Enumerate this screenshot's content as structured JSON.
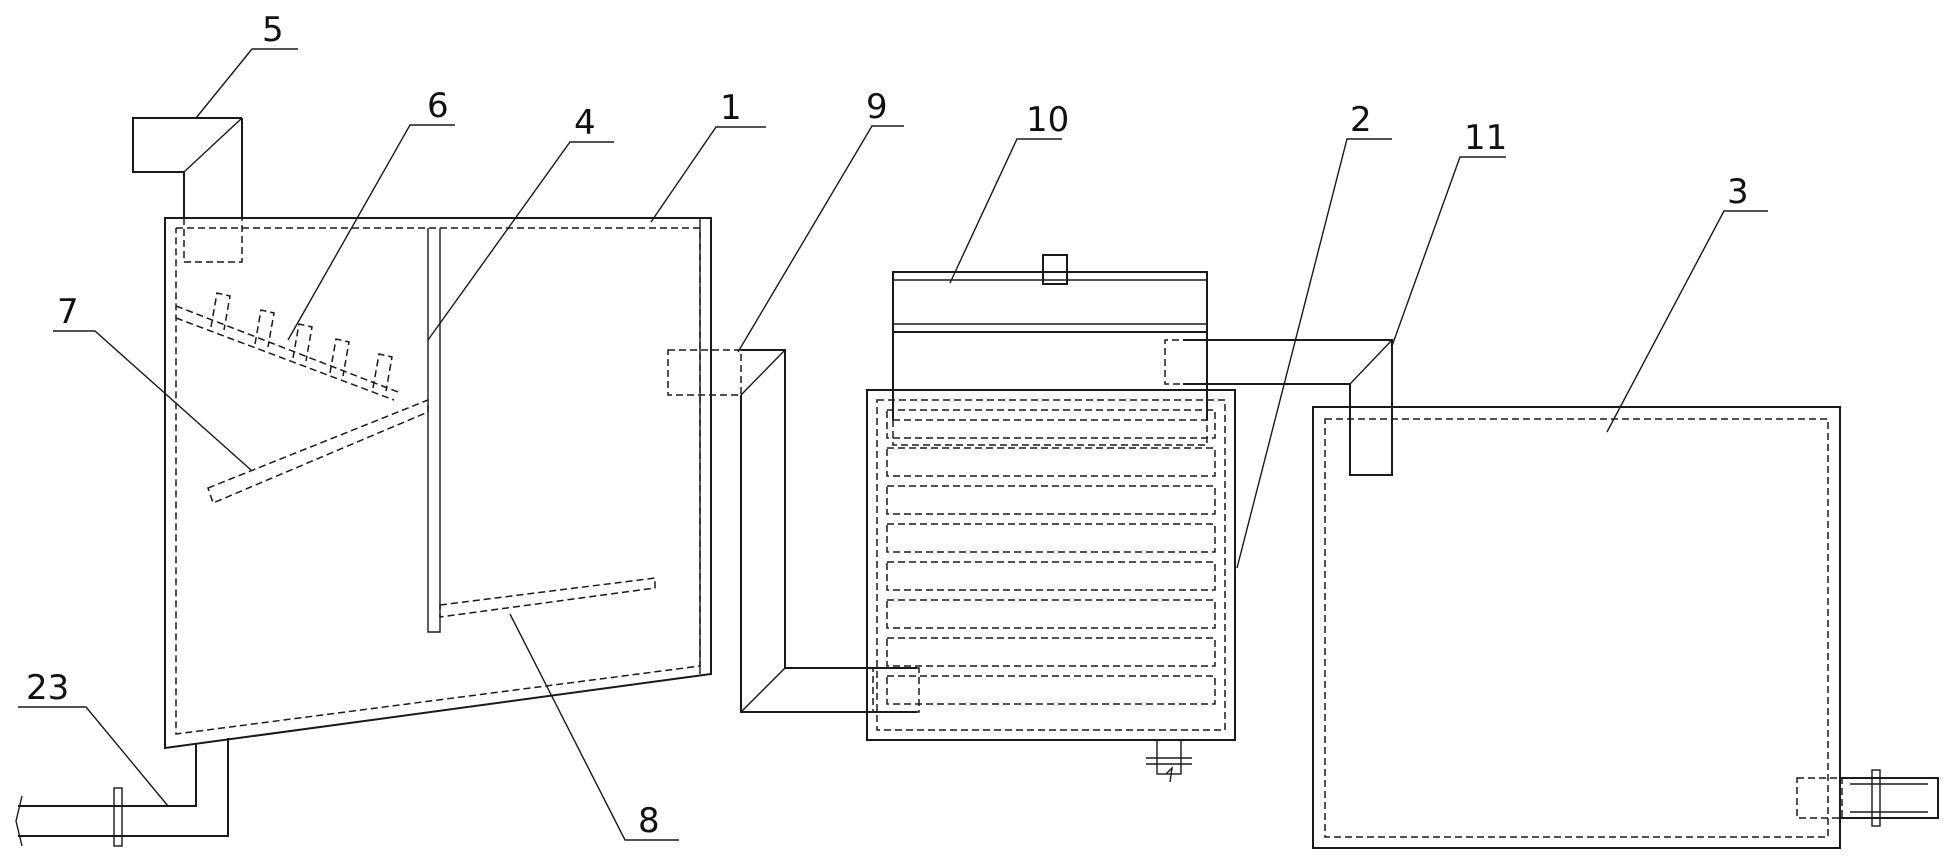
{
  "labels": {
    "l1": "1",
    "l2": "2",
    "l3": "3",
    "l4": "4",
    "l5": "5",
    "l6": "6",
    "l7": "7",
    "l8": "8",
    "l9": "9",
    "l10": "10",
    "l11": "11",
    "l23": "23"
  }
}
